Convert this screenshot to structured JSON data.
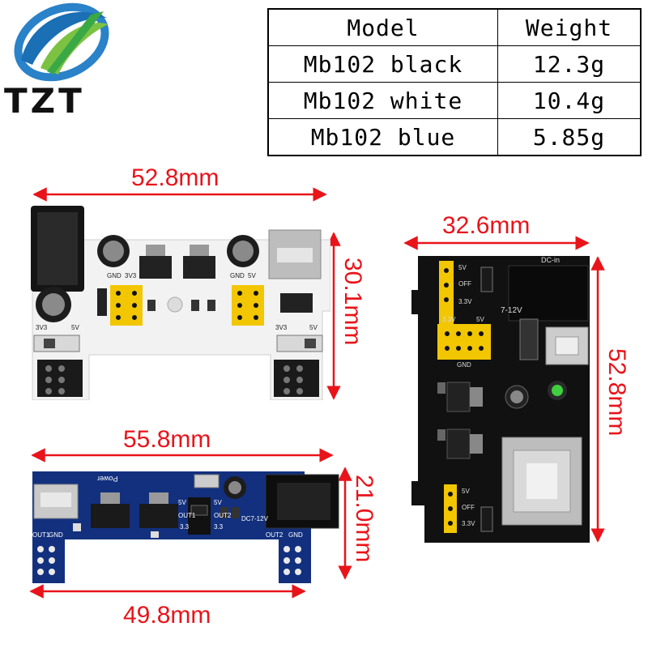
{
  "brand": {
    "name": "TZT"
  },
  "weight_table": {
    "headers": [
      "Model",
      "Weight"
    ],
    "rows": [
      [
        "Mb102 black",
        "12.3g"
      ],
      [
        "Mb102 white",
        "10.4g"
      ],
      [
        "Mb102 blue",
        "5.85g"
      ]
    ]
  },
  "dimensions": {
    "white_width": "52.8mm",
    "white_height": "30.1mm",
    "black_width": "32.6mm",
    "black_height": "52.8mm",
    "blue_width_top": "55.8mm",
    "blue_height": "21.0mm",
    "blue_width_bottom": "49.8mm"
  },
  "board_labels": {
    "white": [
      "GND",
      "3V3",
      "GND",
      "5V",
      "3V3",
      "5V",
      "3V3",
      "5V"
    ],
    "black": [
      "DC-in",
      "5V",
      "OFF",
      "3.3V",
      "7-12V",
      "3.3V",
      "5V",
      "GND",
      "5V",
      "OFF",
      "3.3V"
    ],
    "blue": [
      "Power",
      "OUT1",
      "GND",
      "3.3",
      "OUT1",
      "5V",
      "3.3",
      "OUT2",
      "5V",
      "DC7-12V",
      "OUT2",
      "GND"
    ]
  },
  "colors": {
    "dimension": "#e8141a",
    "board_white": "#f2f2f2",
    "board_black": "#111111",
    "board_blue": "#12307e",
    "jumper": "#f2c600"
  }
}
